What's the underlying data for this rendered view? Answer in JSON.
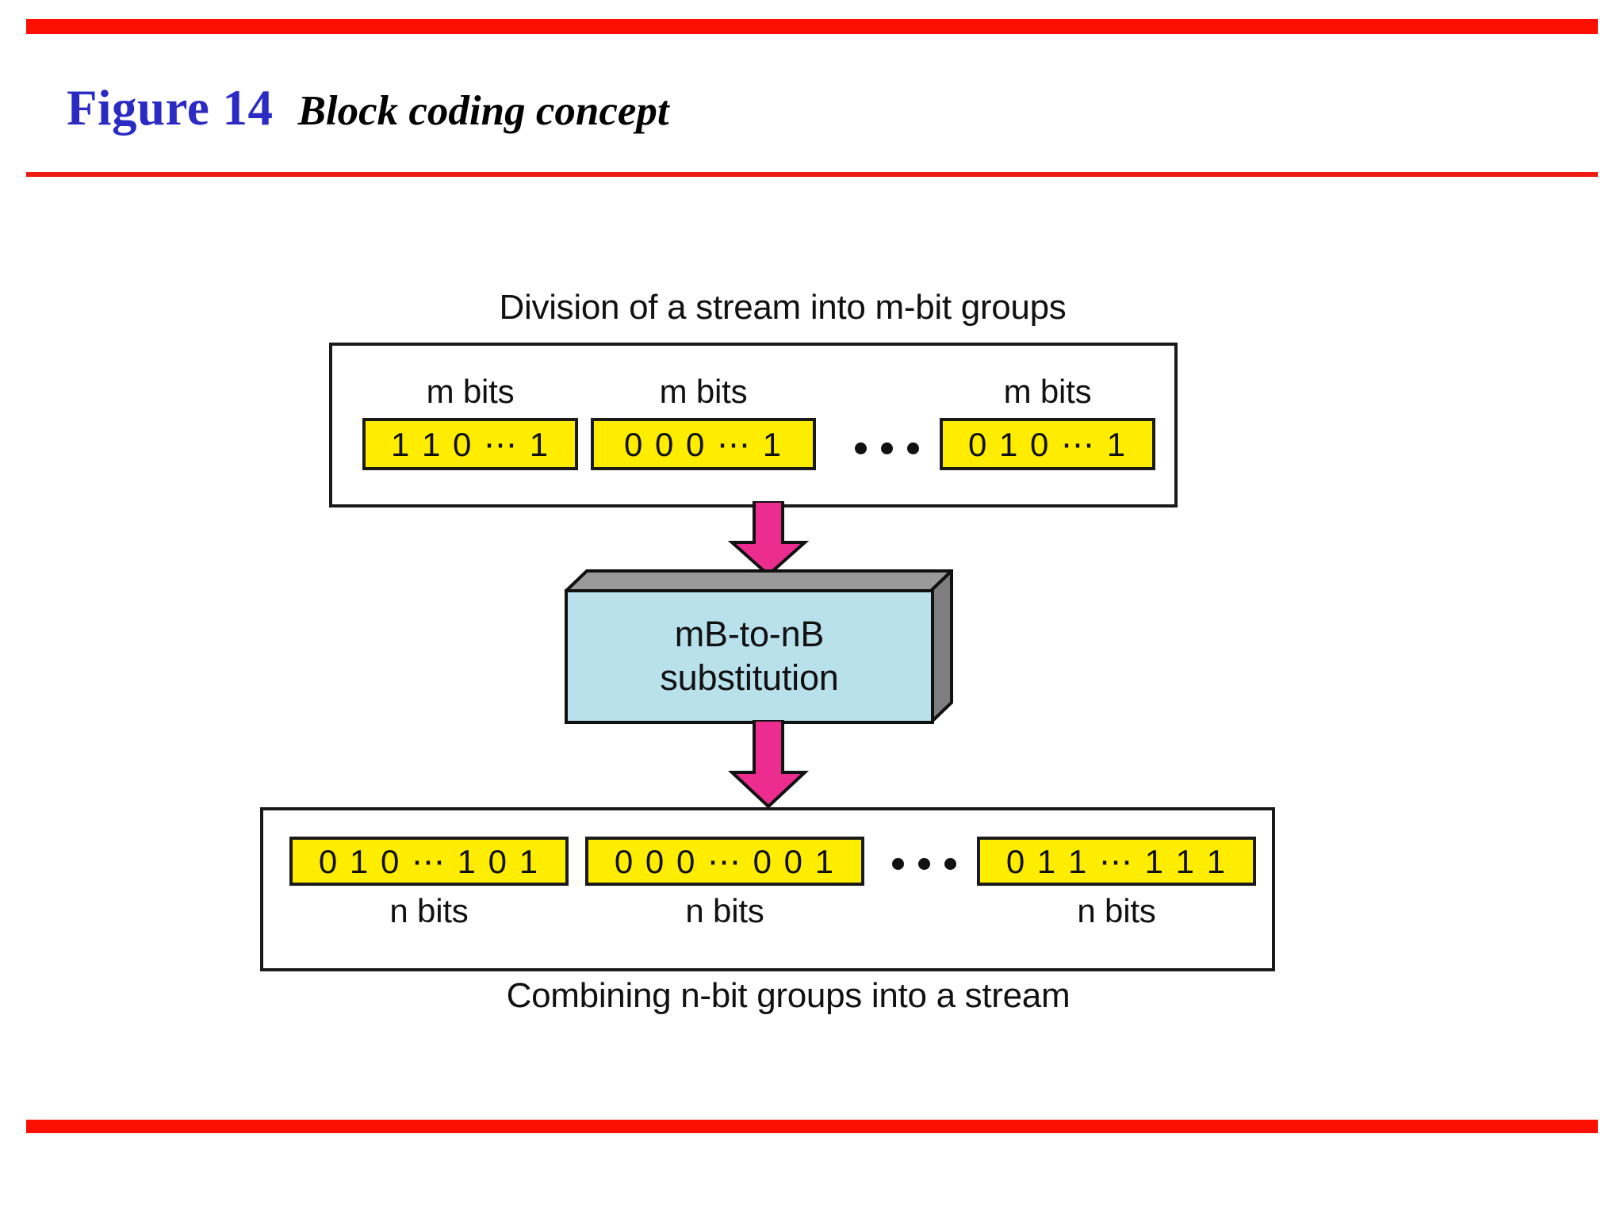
{
  "header": {
    "figure_number": "Figure 14",
    "caption": "Block coding concept",
    "figure_number_color": "#2b2bc4",
    "rule_color": "#fa0f00"
  },
  "diagram": {
    "top_caption": "Division of a stream into m-bit groups",
    "bottom_caption": "Combining n-bit groups into a stream",
    "ellipsis_icon": "horizontal-ellipsis",
    "colors": {
      "bit_group_fill": "#ffed00",
      "block_face_fill": "#b9e1ec",
      "block_shadow_fill": "#8f8f8f",
      "arrow_fill": "#ec2d8f",
      "outline": "#111111"
    },
    "input_stream": {
      "groups": [
        {
          "label": "m bits",
          "bits": "1 1 0  ⋯  1"
        },
        {
          "label": "m bits",
          "bits": "0 0 0 ⋯ 1"
        },
        {
          "label": "m bits",
          "bits": "0 1 0  ⋯  1"
        }
      ]
    },
    "processor": {
      "line1": "mB-to-nB",
      "line2": "substitution"
    },
    "output_stream": {
      "groups": [
        {
          "label": "n bits",
          "bits": "0 1 0  ⋯  1 0 1"
        },
        {
          "label": "n bits",
          "bits": "0 0 0  ⋯  0 0 1"
        },
        {
          "label": "n bits",
          "bits": "0 1 1  ⋯  1 1 1"
        }
      ]
    }
  }
}
